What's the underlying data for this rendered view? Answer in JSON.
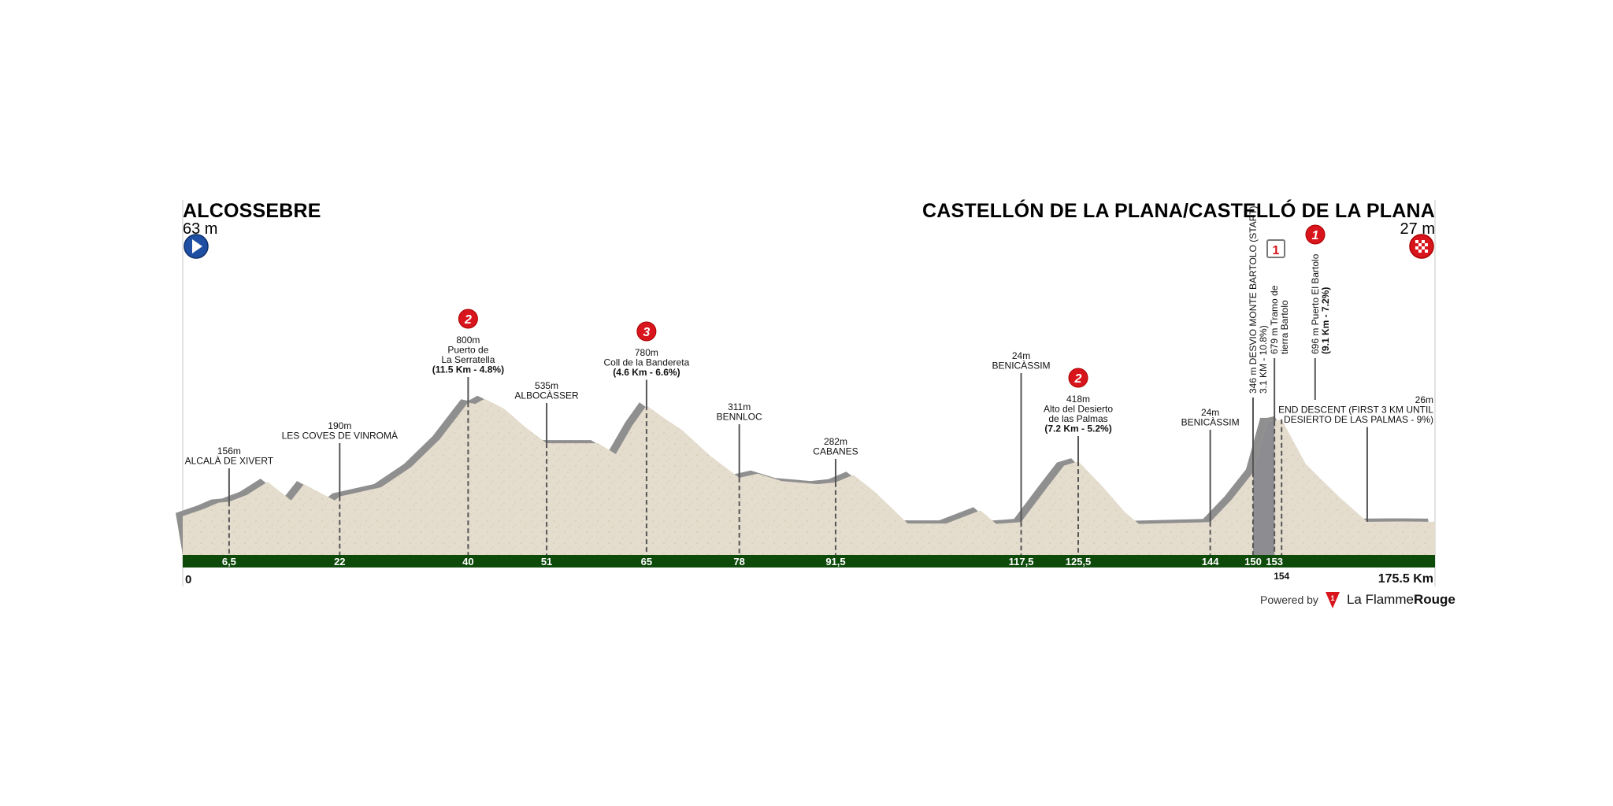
{
  "chart_data": {
    "type": "area",
    "title_start": "ALCOSSEBRE",
    "start_altitude": "63 m",
    "title_finish": "CASTELLÓN DE LA PLANA/CASTELLÓ DE LA PLANA",
    "finish_altitude": "27 m",
    "xlabel": "Km",
    "xlim": [
      0,
      175.5
    ],
    "ylabel": "m",
    "start_label": "0",
    "end_label": "175.5 Km",
    "profile": [
      [
        0,
        63
      ],
      [
        3,
        110
      ],
      [
        5,
        150
      ],
      [
        6.5,
        156
      ],
      [
        9,
        200
      ],
      [
        11.9,
        285
      ],
      [
        15.2,
        165
      ],
      [
        17,
        270
      ],
      [
        21.3,
        165
      ],
      [
        22,
        190
      ],
      [
        27.8,
        250
      ],
      [
        32,
        380
      ],
      [
        36,
        560
      ],
      [
        40,
        800
      ],
      [
        41,
        790
      ],
      [
        42.3,
        823
      ],
      [
        45,
        760
      ],
      [
        48,
        640
      ],
      [
        51,
        535
      ],
      [
        58.2,
        535
      ],
      [
        60.7,
        465
      ],
      [
        63,
        650
      ],
      [
        65,
        780
      ],
      [
        66.9,
        716
      ],
      [
        70,
        620
      ],
      [
        74,
        450
      ],
      [
        78,
        311
      ],
      [
        80.6,
        338
      ],
      [
        84,
        290
      ],
      [
        89,
        270
      ],
      [
        91.5,
        282
      ],
      [
        94,
        330
      ],
      [
        97,
        220
      ],
      [
        101.6,
        15
      ],
      [
        107,
        15
      ],
      [
        111.8,
        100
      ],
      [
        114,
        12
      ],
      [
        117.5,
        24
      ],
      [
        121,
        240
      ],
      [
        123.5,
        390
      ],
      [
        125.5,
        418
      ],
      [
        129,
        250
      ],
      [
        132,
        90
      ],
      [
        134,
        12
      ],
      [
        144,
        24
      ],
      [
        147,
        170
      ],
      [
        150,
        346
      ],
      [
        152,
        679
      ],
      [
        153,
        679
      ],
      [
        154,
        690
      ],
      [
        157.4,
        400
      ],
      [
        162,
        190
      ],
      [
        166,
        26
      ],
      [
        171,
        28
      ],
      [
        175.5,
        26
      ]
    ],
    "km_ticks": [
      "6,5",
      "22",
      "40",
      "51",
      "65",
      "78",
      "91,5",
      "117,5",
      "125,5",
      "144",
      "150",
      "153"
    ],
    "km_tick_values": [
      6.5,
      22,
      40,
      51,
      65,
      78,
      91.5,
      117.5,
      125.5,
      144,
      150,
      153
    ],
    "extra_tick": {
      "label": "154",
      "km": 154
    },
    "steep_section_km": [
      150,
      153
    ],
    "annotations": [
      {
        "km": 6.5,
        "lines": [
          "156m",
          "ALCALÀ DE XIVERT"
        ]
      },
      {
        "km": 22,
        "lines": [
          "190m",
          "LES COVES DE VINROMÀ"
        ]
      },
      {
        "km": 40,
        "lines": [
          "800m",
          "Puerto de",
          "La Serratella",
          "(11.5 Km - 4.8%)"
        ],
        "badge": "2"
      },
      {
        "km": 51,
        "lines": [
          "535m",
          "ALBOCÀSSER"
        ]
      },
      {
        "km": 65,
        "lines": [
          "780m",
          "Coll de la Bandereta",
          "(4.6 Km - 6.6%)"
        ],
        "badge": "3"
      },
      {
        "km": 78,
        "lines": [
          "311m",
          "BENNLOC"
        ]
      },
      {
        "km": 91.5,
        "lines": [
          "282m",
          "CABANES"
        ]
      },
      {
        "km": 117.5,
        "lines": [
          "24m",
          "BENICÀSSIM"
        ]
      },
      {
        "km": 125.5,
        "lines": [
          "418m",
          "Alto del Desierto",
          "de las Palmas",
          "(7.2 Km - 5.2%)"
        ],
        "badge": "2"
      },
      {
        "km": 144,
        "lines": [
          "24m",
          "BENICÀSSIM"
        ]
      },
      {
        "km": 166,
        "lines": [
          "26m",
          "END DESCENT (FIRST 3 KM UNTIL",
          "DESIERTO DE LAS PALMAS - 9%)"
        ]
      }
    ],
    "vertical_annotations": [
      {
        "km": 150,
        "lines": [
          "346 m DESVIO MONTE BARTOLO (START)",
          "3.1 KM - 10.8%)"
        ]
      },
      {
        "km": 153,
        "lines": [
          "679 m Tramo de",
          "tierra Bartolo"
        ],
        "badge": "1",
        "badge_type": "sprint"
      },
      {
        "km": 158.7,
        "lines": [
          "696 m Puerto El Bartolo",
          "(9.1 Km - 7.2%)"
        ],
        "badge": "1"
      }
    ],
    "colors": {
      "terrain": "#e4dccd",
      "shadow": "#8f8f8f",
      "bar": "#0e4a0a",
      "kom": "#d8141c",
      "start": "#1f4fa3",
      "steep": "#8c8c91"
    }
  },
  "footer": {
    "powered_by": "Powered by",
    "brand_light": "La Flamme",
    "brand_bold": "Rouge",
    "brand_logo_number": "1"
  }
}
